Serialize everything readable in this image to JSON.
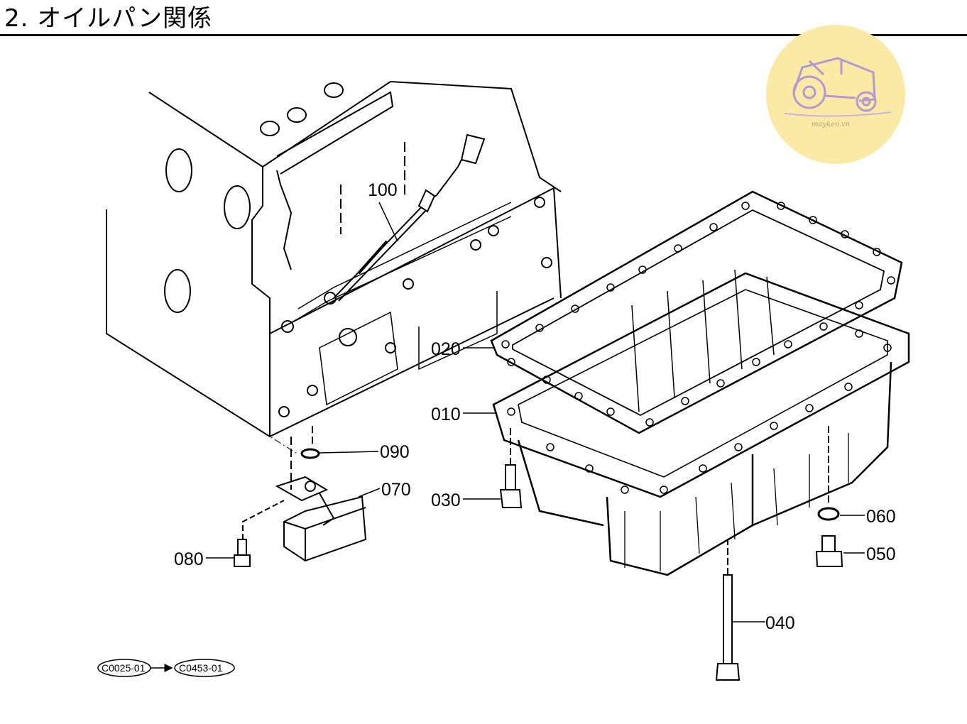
{
  "title": "2. オイルパン関係",
  "watermark": {
    "text": "maykeo.vn",
    "color": "#fbe9a6",
    "icon": "tractor-icon"
  },
  "parts": {
    "p010": "010",
    "p020": "020",
    "p030": "030",
    "p040": "040",
    "p050": "050",
    "p060": "060",
    "p070": "070",
    "p080": "080",
    "p090": "090",
    "p100": "100"
  },
  "refs": {
    "from": "C0025-01",
    "to": "C0453-01"
  }
}
